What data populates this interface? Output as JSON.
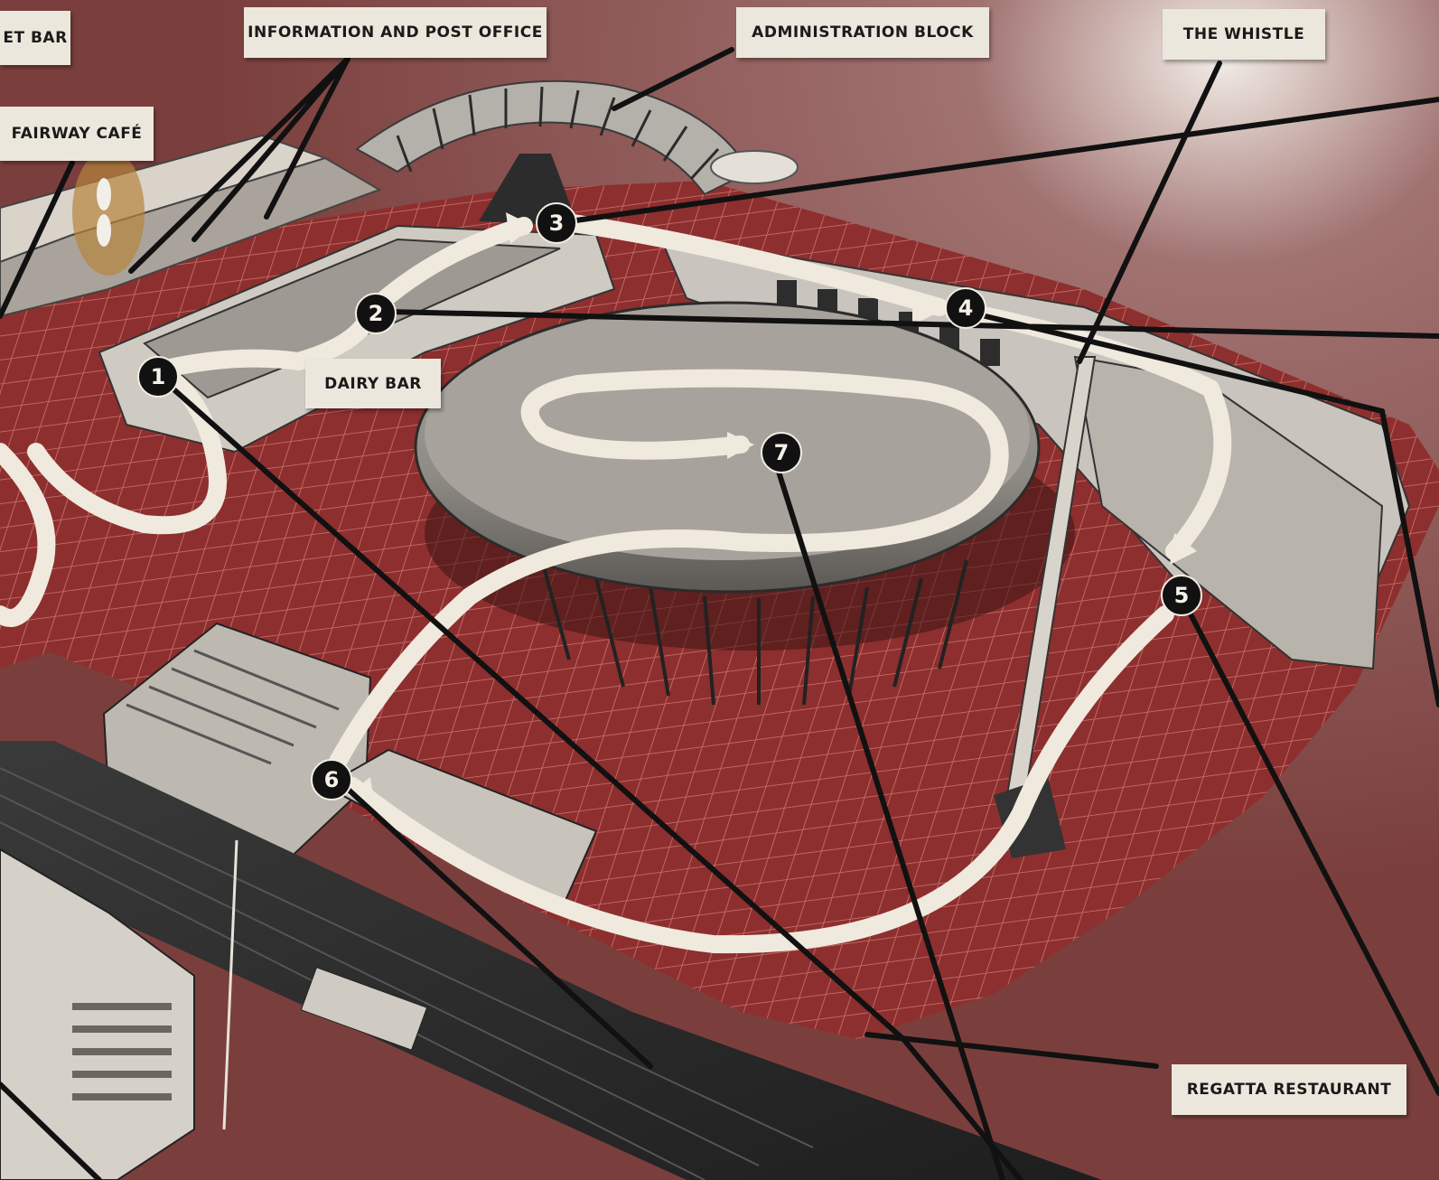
{
  "labels": {
    "snack_bar": "ET BAR",
    "information": "INFORMATION AND POST OFFICE",
    "administration": "ADMINISTRATION BLOCK",
    "whistle": "THE WHISTLE",
    "fairway_cafe": "FAIRWAY CAFÉ",
    "dairy_bar": "DAIRY BAR",
    "regatta": "REGATTA RESTAURANT"
  },
  "route_markers": [
    "1",
    "2",
    "3",
    "4",
    "5",
    "6",
    "7"
  ],
  "colors": {
    "ground_red": "#8a3030",
    "background": "#7a3f3d",
    "route_arrow": "#f1ece2",
    "label_bg": "#ece7dc"
  }
}
